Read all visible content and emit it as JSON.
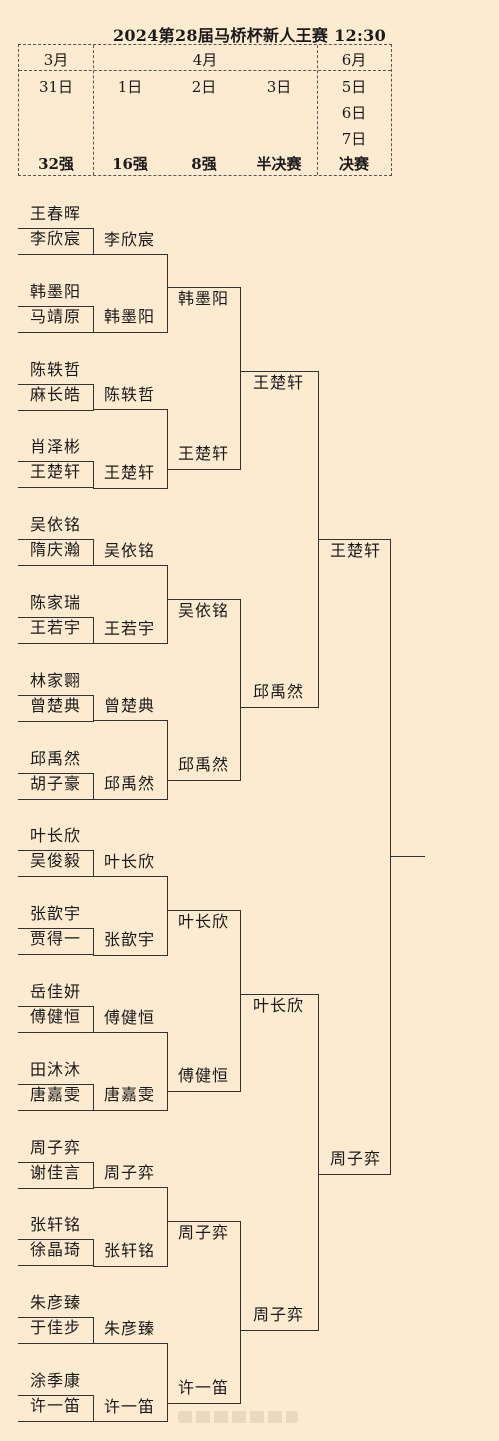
{
  "title": "2024第28届马桥杯新人王赛 12:30",
  "schedule": {
    "months": [
      "3月",
      "4月",
      "6月"
    ],
    "days": [
      "31日",
      "1日",
      "2日",
      "3日",
      "5日",
      "6日",
      "7日"
    ],
    "rounds": [
      "32强",
      "16强",
      "8强",
      "半决赛",
      "决赛"
    ]
  },
  "bracket": {
    "r32": [
      "王春晖",
      "李欣宸",
      "韩墨阳",
      "马靖原",
      "陈轶哲",
      "麻长皓",
      "肖泽彬",
      "王楚轩",
      "吴依铭",
      "隋庆瀚",
      "陈家瑞",
      "王若宇",
      "林家翾",
      "曾楚典",
      "邱禹然",
      "胡子豪",
      "叶长欣",
      "吴俊毅",
      "张歆宇",
      "贾得一",
      "岳佳妍",
      "傅健恒",
      "田沐沐",
      "唐嘉雯",
      "周子弈",
      "谢佳言",
      "张轩铭",
      "徐晶琦",
      "朱彦臻",
      "于佳步",
      "涂季康",
      "许一笛"
    ],
    "r16": [
      "李欣宸",
      "韩墨阳",
      "陈轶哲",
      "王楚轩",
      "吴依铭",
      "王若宇",
      "曾楚典",
      "邱禹然",
      "叶长欣",
      "张歆宇",
      "傅健恒",
      "唐嘉雯",
      "周子弈",
      "张轩铭",
      "朱彦臻",
      "许一笛"
    ],
    "qf": [
      "韩墨阳",
      "王楚轩",
      "吴依铭",
      "邱禹然",
      "叶长欣",
      "傅健恒",
      "周子弈",
      "许一笛"
    ],
    "sf": [
      "王楚轩",
      "邱禹然",
      "叶长欣",
      "周子弈"
    ],
    "final": [
      "王楚轩",
      "周子弈"
    ]
  }
}
